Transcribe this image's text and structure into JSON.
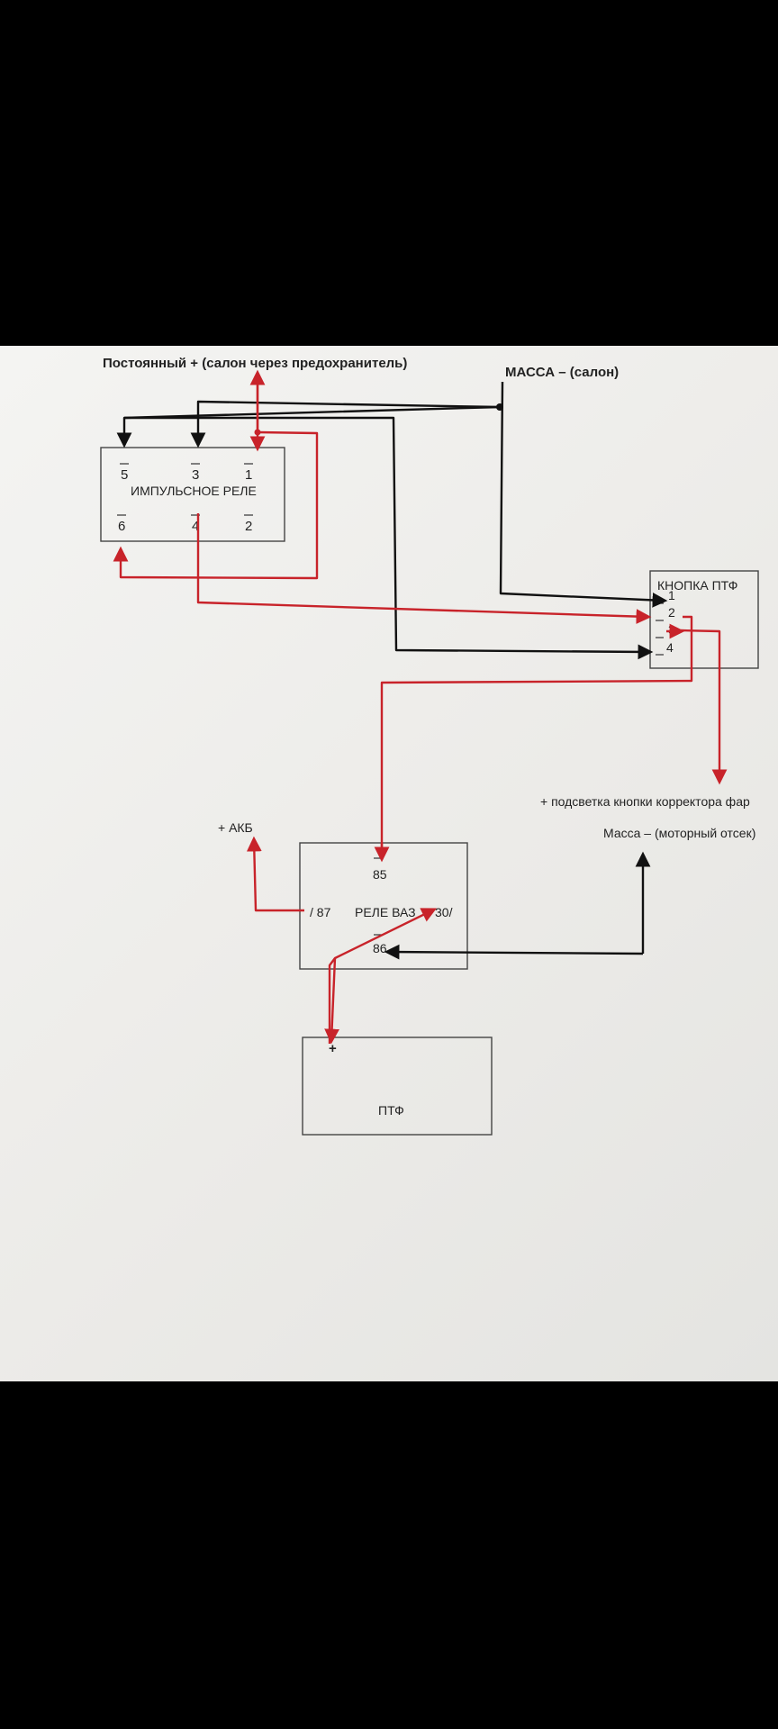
{
  "colors": {
    "black_wire": "#111111",
    "red_wire": "#c8232a",
    "paper": "#efefec"
  },
  "labels": {
    "constant_plus": "Постоянный + (салон через предохранитель)",
    "ground_cabin": "МАССА – (салон)",
    "impulse_relay": "ИМПУЛЬСНОЕ РЕЛЕ",
    "button": "КНОПКА ПТФ",
    "backlight": "+ подсветка кнопки корректора фар",
    "akb": "+ АКБ",
    "ground_engine": "Масса – (моторный отсек)",
    "vaz_relay": "РЕЛЕ ВАЗ",
    "ptf": "ПТФ",
    "ptf_plus": "+"
  },
  "impulse_pins": {
    "p5": "5",
    "p3": "3",
    "p1": "1",
    "p6": "6",
    "p4": "4",
    "p2": "2"
  },
  "button_pins": {
    "b1": "1",
    "b2": "2",
    "b3": "3",
    "b4": "4"
  },
  "vaz_pins": {
    "p85": "85",
    "p86": "86",
    "p87": "/ 87",
    "p30": "30/"
  }
}
